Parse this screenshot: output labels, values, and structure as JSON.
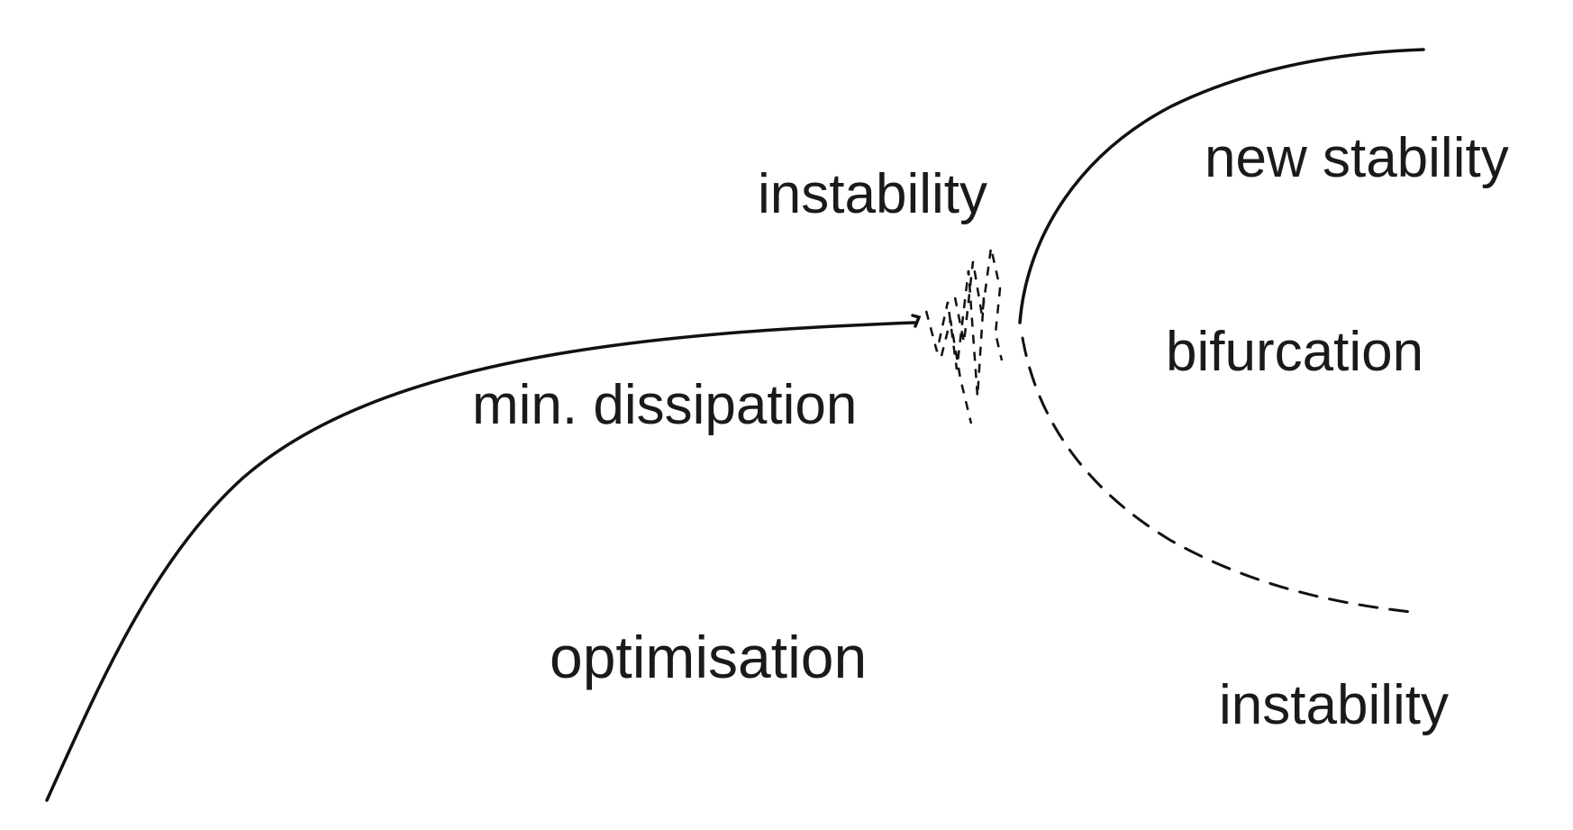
{
  "labels": {
    "instability_top": "instability",
    "new_stability": "new stability",
    "bifurcation": "bifurcation",
    "min_dissipation": "min. dissipation",
    "optimisation": "optimisation",
    "instability_bottom": "instability"
  },
  "colors": {
    "stroke": "#111111",
    "text": "#1a1a1a",
    "background": "#ffffff"
  }
}
